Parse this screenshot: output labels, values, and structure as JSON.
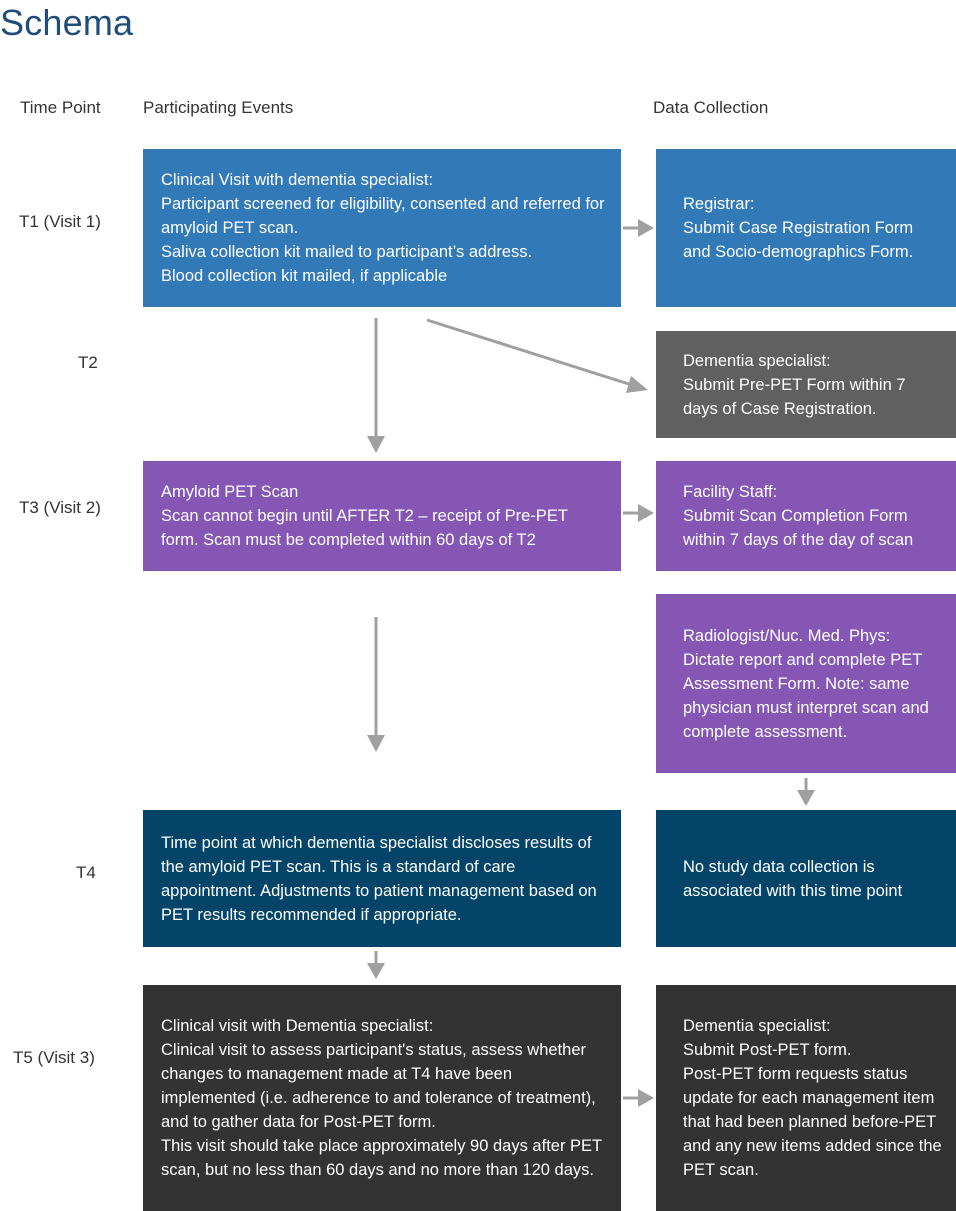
{
  "title": "Schema",
  "headers": {
    "time_point": "Time Point",
    "participating_events": "Participating Events",
    "data_collection": "Data Collection"
  },
  "time_points": [
    {
      "label": "T1 (Visit 1)"
    },
    {
      "label": "T2"
    },
    {
      "label": "T3 (Visit 2)"
    },
    {
      "label": "T4"
    },
    {
      "label": "T5 (Visit 3)"
    }
  ],
  "events": {
    "t1": {
      "lines": [
        "Clinical Visit with dementia specialist:",
        "Participant screened for eligibility, consented and referred for amyloid PET scan.",
        "Saliva collection kit mailed to participant’s address.",
        "Blood collection kit mailed, if applicable"
      ]
    },
    "t3": {
      "lines": [
        "Amyloid PET Scan",
        "Scan cannot begin until AFTER T2 – receipt of Pre-PET form. Scan must be completed within 60 days of T2"
      ]
    },
    "t4": {
      "lines": [
        "Time point at which dementia specialist discloses results of the amyloid PET scan. This is a standard of care appointment. Adjustments to patient management based on PET results recommended if appropriate."
      ]
    },
    "t5": {
      "lines": [
        "Clinical visit with Dementia specialist:",
        "Clinical visit to assess participant's status, assess whether changes to management made at T4 have been implemented (i.e. adherence to and tolerance of treatment), and to gather data for Post-PET form.",
        "This visit should take place approximately 90 days after PET scan, but no less than 60 days and no more than 120 days."
      ]
    }
  },
  "data_collection": {
    "t1": {
      "lines": [
        "Registrar:",
        "Submit Case Registration Form and Socio-demographics Form."
      ]
    },
    "t2": {
      "lines": [
        "Dementia specialist:",
        "Submit Pre-PET Form within 7 days of Case Registration."
      ]
    },
    "t3": {
      "lines": [
        "Facility Staff:",
        "Submit Scan Completion Form within 7 days of the day of scan"
      ]
    },
    "t3b": {
      "lines": [
        "Radiologist/Nuc. Med. Phys:",
        "Dictate report and complete PET Assessment Form. Note: same physician must interpret scan and complete assessment."
      ]
    },
    "t4": {
      "lines": [
        "No study data collection is associated with this time point"
      ]
    },
    "t5": {
      "lines": [
        "Dementia specialist:",
        "Submit Post-PET form.",
        "Post-PET form requests status update for each management item that had been planned before-PET and any new items added since the PET scan."
      ]
    }
  },
  "colors": {
    "title": "#1f4e79",
    "blue": "#3279b7",
    "grey": "#606060",
    "purple": "#8556b4",
    "navy": "#034468",
    "dark": "#333333",
    "arrow": "#a0a0a0"
  }
}
